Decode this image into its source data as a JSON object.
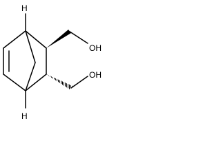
{
  "structure": {
    "atom_labels": {
      "top_bridgehead_h": "H",
      "bottom_bridgehead_h": "H",
      "upper_hydroxyl": "OH",
      "lower_hydroxyl": "OH"
    }
  }
}
